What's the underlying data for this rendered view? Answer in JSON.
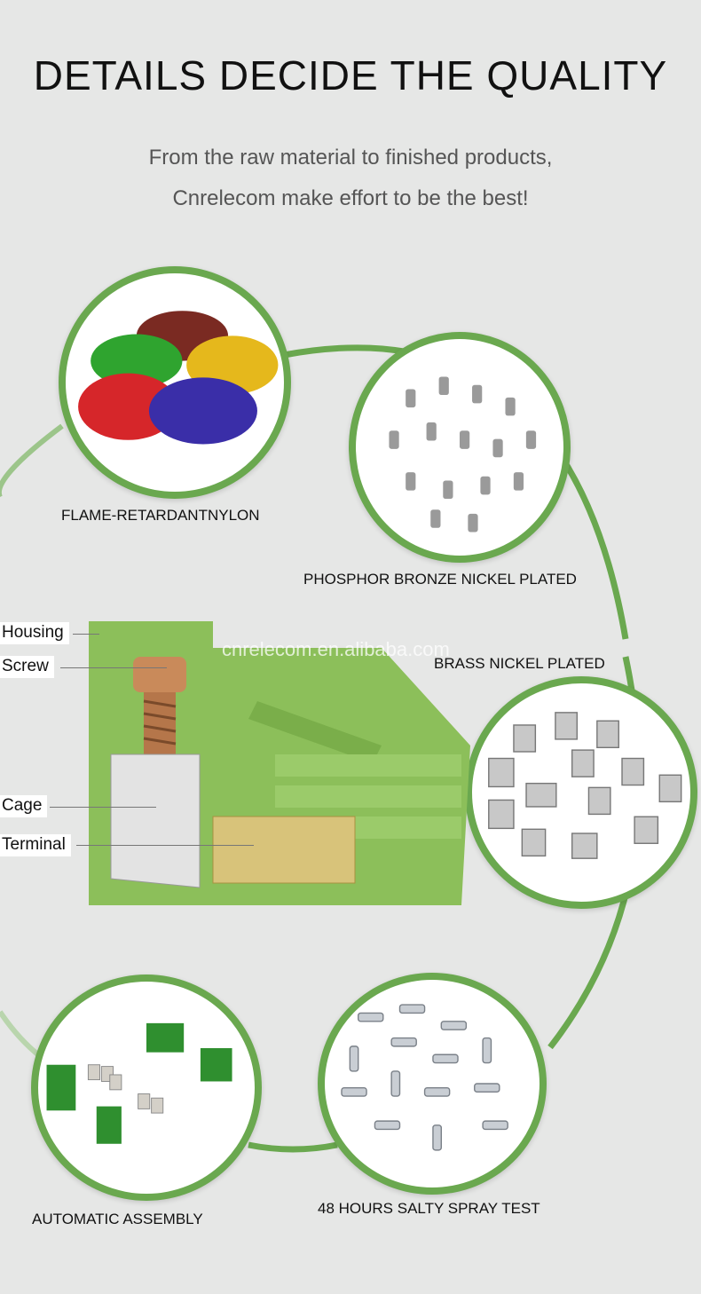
{
  "header": {
    "title": "DETAILS DECIDE THE QUALITY",
    "subtitle_line1": "From the raw material to finished products,",
    "subtitle_line2": "Cnrelecom make effort to be the best!"
  },
  "materials": [
    {
      "label": "FLAME-RETARDANTNYLON",
      "image": "colored-nylon-granules"
    },
    {
      "label": "PHOSPHOR BRONZE NICKEL PLATED",
      "image": "bronze-spring-clips"
    },
    {
      "label": "BRASS NICKEL PLATED",
      "image": "brass-cages"
    },
    {
      "label": "AUTOMATIC ASSEMBLY",
      "image": "assembled-terminal-parts"
    },
    {
      "label": "48 HOURS SALTY SPRAY TEST",
      "image": "zinc-screws"
    }
  ],
  "product_parts": {
    "housing": "Housing",
    "screw": "Screw",
    "cage": "Cage",
    "terminal": "Terminal"
  },
  "watermark": "cnrelecom.en.alibaba.com",
  "colors": {
    "background": "#e6e7e6",
    "accent_green": "#6aa84f",
    "housing_green": "#8cbf5a"
  }
}
